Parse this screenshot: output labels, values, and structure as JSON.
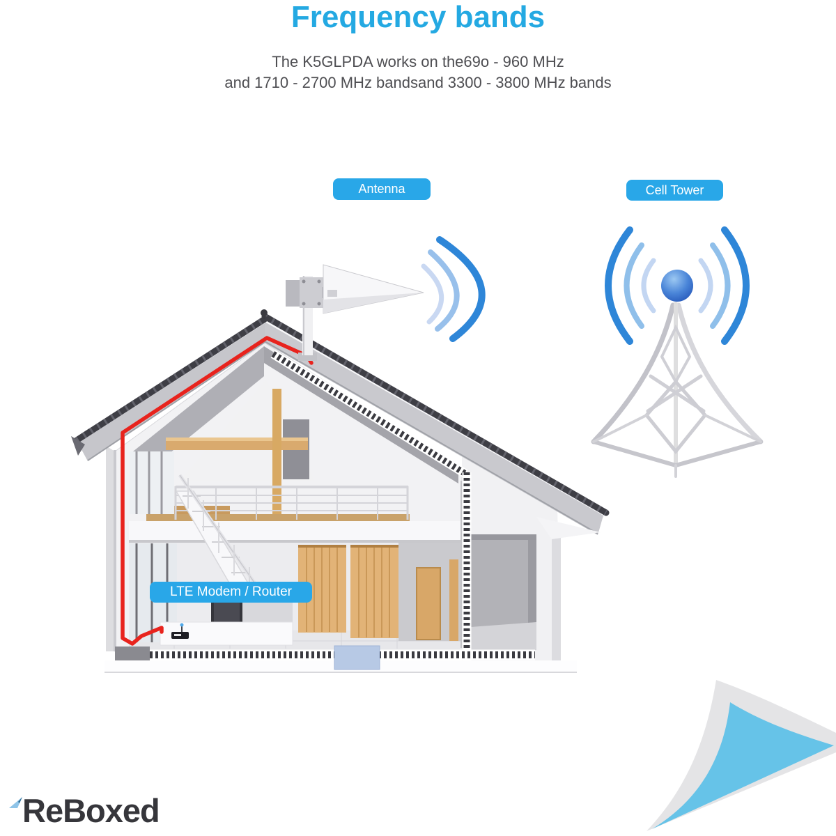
{
  "header": {
    "title": "Frequency bands",
    "subtitle_line1": "The K5GLPDA works on the69o - 960 MHz",
    "subtitle_line2": "and 1710 - 2700 MHz bandsand 3300 - 3800 MHz bands"
  },
  "callouts": {
    "antenna": "Antenna",
    "cell_tower": "Cell Tower",
    "modem": "LTE Modem / Router"
  },
  "logo": {
    "text": "ReBoxed"
  },
  "colors": {
    "accent_blue": "#24a9e2",
    "callout_blue": "#29a7e8",
    "cable_red": "#e8231d",
    "signal_outer": "#2e86d8",
    "signal_mid": "#93c0eb",
    "signal_inner": "#c9d8f2",
    "wood": "#d9aa6e",
    "roof_dark": "#3e3e45",
    "curl_blue": "#66c3e8",
    "curl_gray": "#e4e4e6"
  },
  "icons": [
    "antenna-icon",
    "wifi-signal-icon",
    "cell-tower-icon",
    "modem-icon",
    "page-curl-icon",
    "paper-plane-icon"
  ]
}
